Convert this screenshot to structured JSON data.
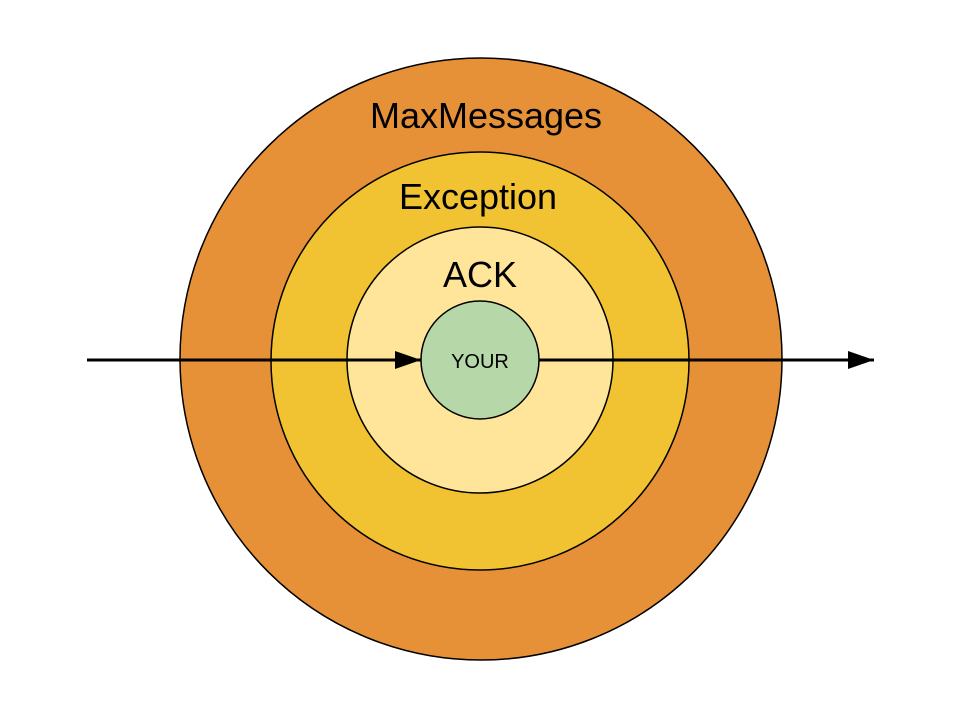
{
  "layers": [
    {
      "label": "MaxMessages",
      "color": "#E69138"
    },
    {
      "label": "Exception",
      "color": "#F1C232"
    },
    {
      "label": "ACK",
      "color": "#FFE599"
    },
    {
      "label": "YOUR",
      "color": "#B6D7A8"
    }
  ]
}
